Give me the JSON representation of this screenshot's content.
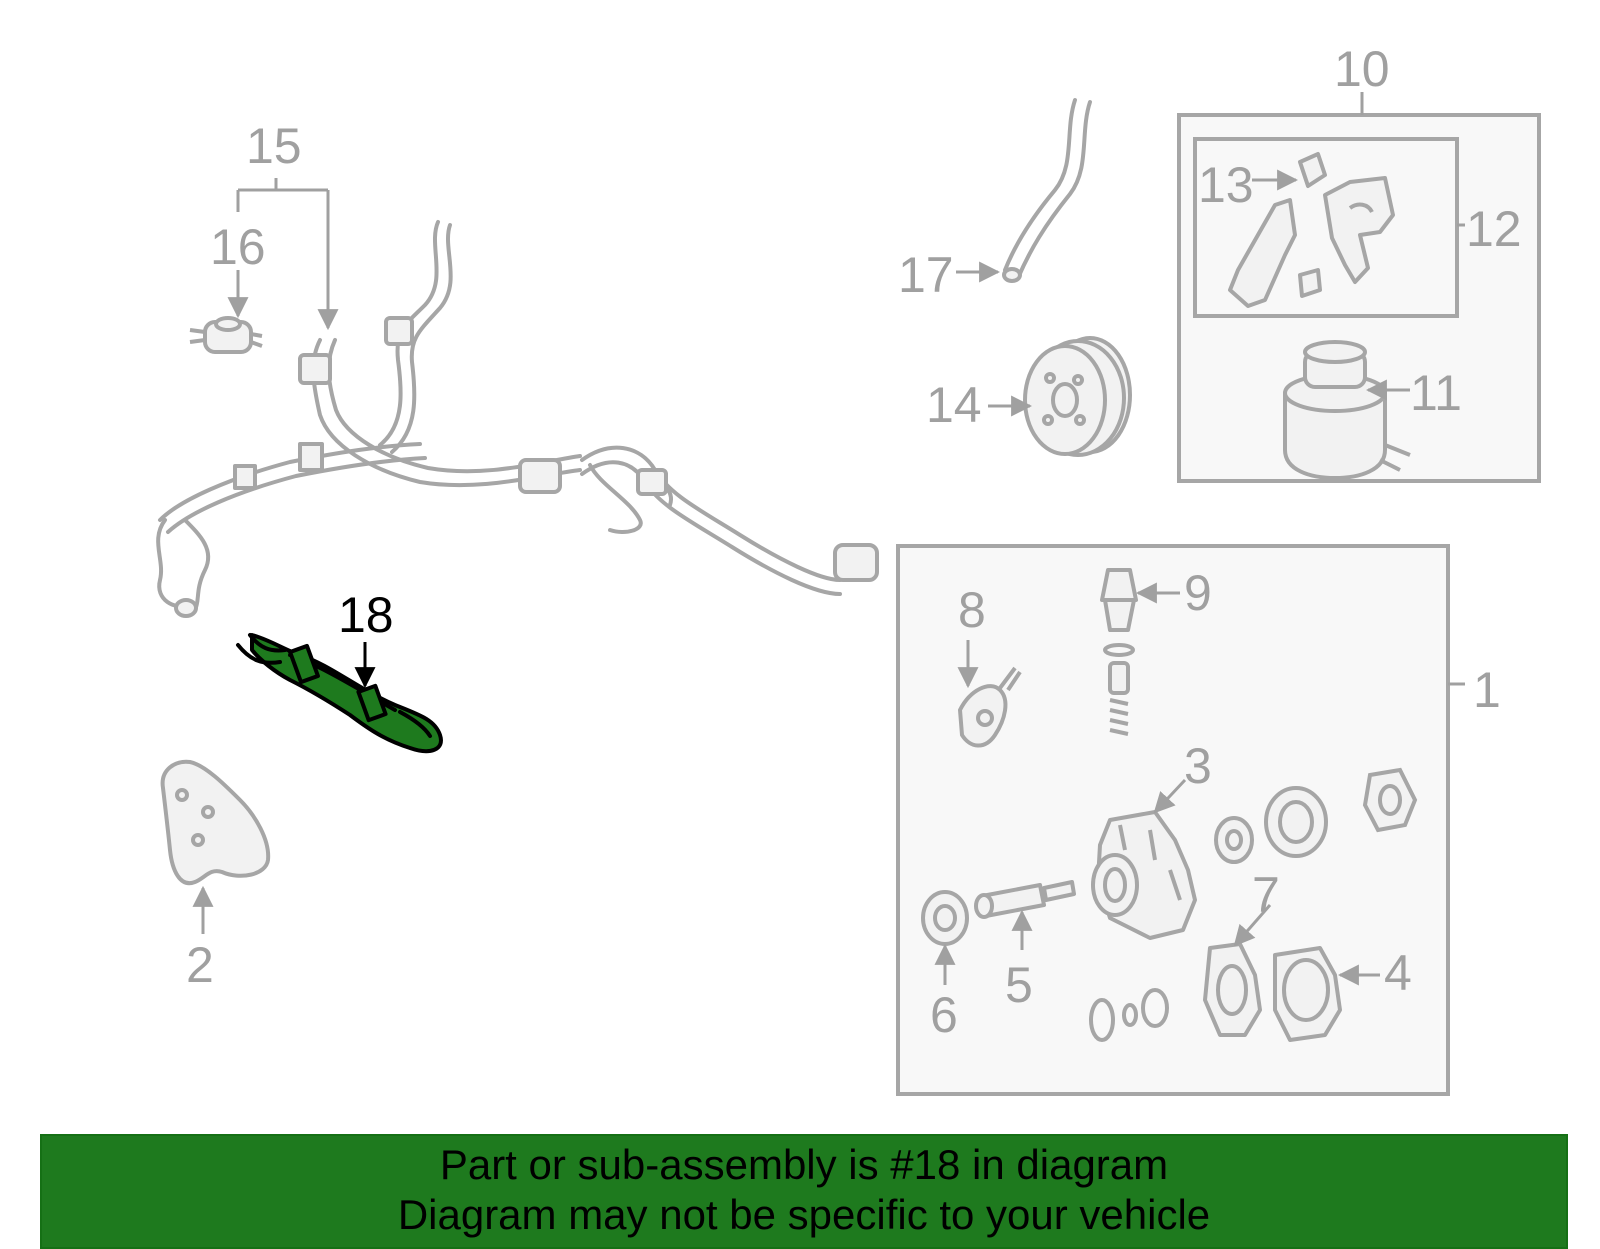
{
  "colors": {
    "part_outline": "#a6a6a6",
    "part_fill": "#f2f2f2",
    "box_fill": "#f8f8f8",
    "label": "#a0a0a0",
    "highlight_fill": "#1e7a1e",
    "highlight_outline": "#000000",
    "banner_bg": "#1e7a1e"
  },
  "callouts": {
    "c1": "1",
    "c2": "2",
    "c3": "3",
    "c4": "4",
    "c5": "5",
    "c6": "6",
    "c7": "7",
    "c8": "8",
    "c9": "9",
    "c10": "10",
    "c11": "11",
    "c12": "12",
    "c13": "13",
    "c14": "14",
    "c15": "15",
    "c16": "16",
    "c17": "17",
    "c18": "18"
  },
  "highlighted_part": "18",
  "banner": {
    "line1": "Part or sub-assembly is #18 in diagram",
    "line2": "Diagram may not be specific to your vehicle"
  }
}
